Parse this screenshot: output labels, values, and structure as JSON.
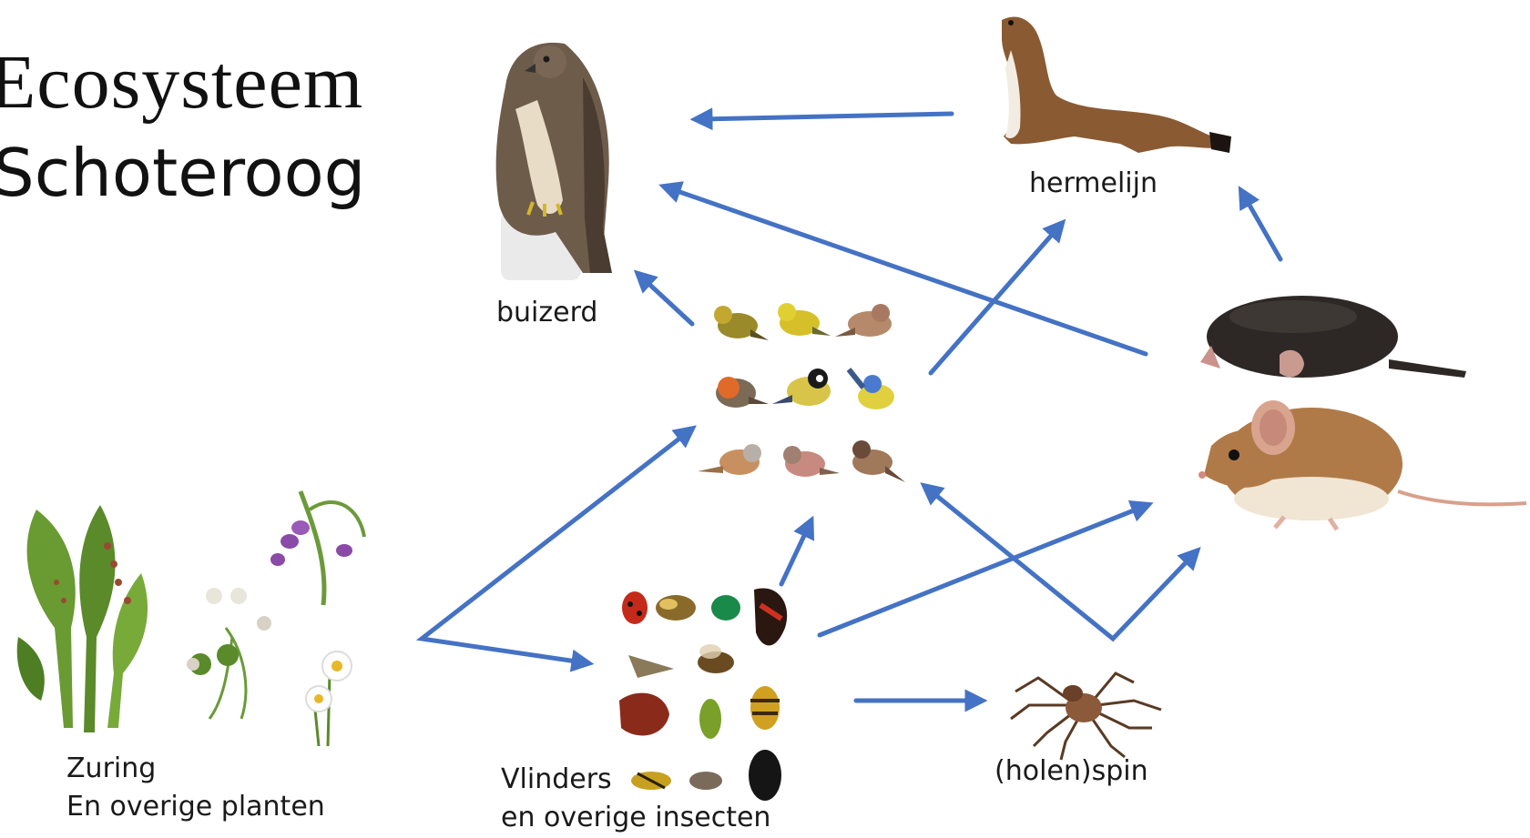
{
  "title": {
    "line1": "Ecosysteem",
    "line2": "Schoteroog"
  },
  "labels": {
    "buizerd": "buizerd",
    "hermelijn": "hermelijn",
    "zuring_line1": "Zuring",
    "zuring_line2": "En overige planten",
    "insecten_line1": "Vlinders",
    "insecten_line2": "en overige insecten",
    "spin": "(holen)spin"
  },
  "colors": {
    "arrow": "#4472c4",
    "text": "#1a1a1a"
  },
  "food_web": [
    {
      "from": "hermelijn",
      "to": "buizerd"
    },
    {
      "from": "mol",
      "to": "buizerd"
    },
    {
      "from": "mol",
      "to": "hermelijn"
    },
    {
      "from": "vogels",
      "to": "buizerd"
    },
    {
      "from": "vogels",
      "to": "hermelijn"
    },
    {
      "from": "planten",
      "to": "vogels"
    },
    {
      "from": "planten",
      "to": "insecten"
    },
    {
      "from": "insecten",
      "to": "vogels"
    },
    {
      "from": "insecten",
      "to": "muis"
    },
    {
      "from": "insecten",
      "to": "spin"
    },
    {
      "from": "spin",
      "to": "vogels"
    },
    {
      "from": "spin",
      "to": "muis"
    }
  ],
  "icons": [
    "buzzard-icon",
    "stoat-icon",
    "mole-icon",
    "mouse-icon",
    "birds-icon",
    "insects-icon",
    "spider-icon",
    "plants-icon"
  ]
}
